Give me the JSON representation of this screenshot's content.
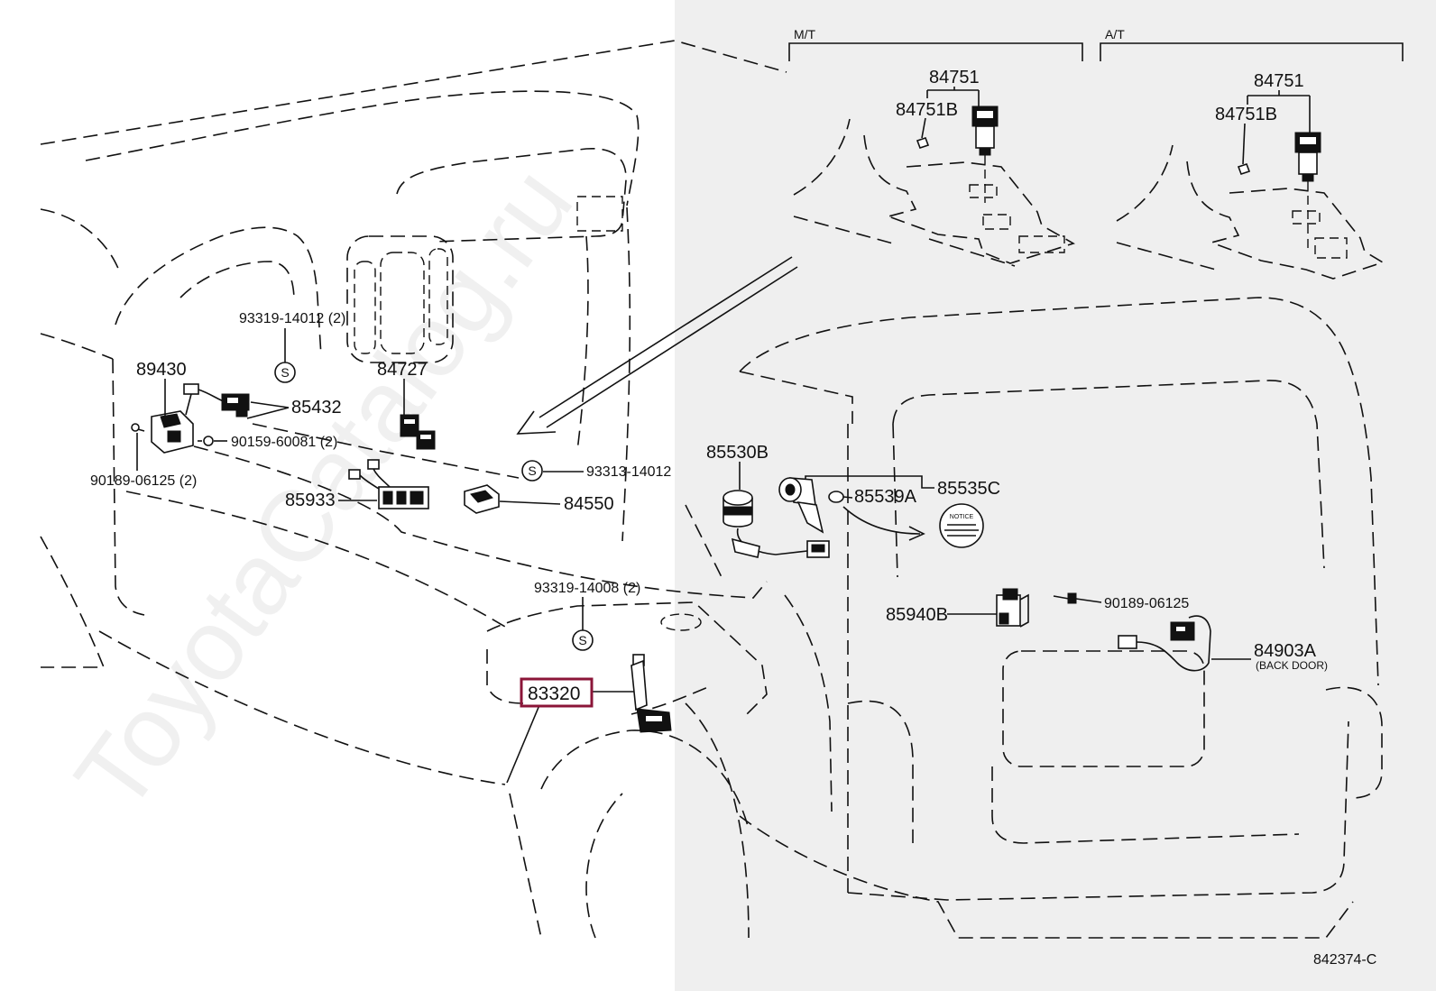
{
  "header": {
    "mt_label": "M/T",
    "at_label": "A/T"
  },
  "labels": {
    "mt_84751": "84751",
    "mt_84751b": "84751B",
    "at_84751": "84751",
    "at_84751b": "84751B",
    "p93319_14012": "93319-14012 (2)",
    "p89430": "89430",
    "p84727": "84727",
    "p85432": "85432",
    "p90159_60081": "90159-60081 (2)",
    "p90189_06125_2": "90189-06125 (2)",
    "p93313_14012": "93313-14012",
    "p85933": "85933",
    "p84550": "84550",
    "p85530b": "85530B",
    "p85539a": "85539A",
    "p85535c": "85535C",
    "p85940b": "85940B",
    "p90189_06125": "90189-06125",
    "p84903a": "84903A",
    "back_door": "(BACK DOOR)",
    "p93319_14008": "93319-14008 (2)",
    "p83320": "83320"
  },
  "markers": {
    "s": "S"
  },
  "notice": "NOTICE",
  "diagram_code": "842374-C",
  "watermark": "ToyotaCatalog.ru",
  "colors": {
    "ink": "#111111",
    "highlight": "#8b1538",
    "right_panel_bg": "#efefef"
  }
}
